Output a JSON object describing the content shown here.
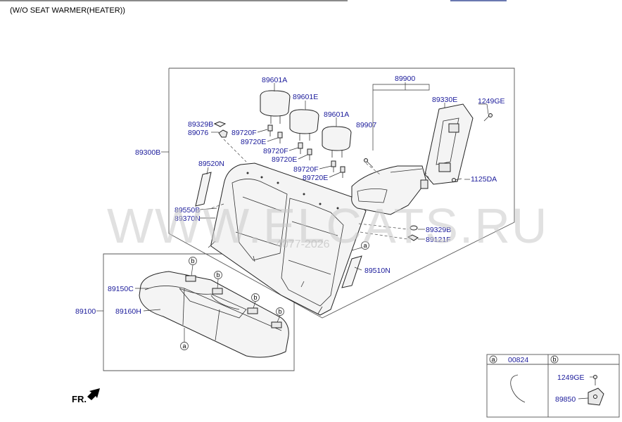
{
  "header": {
    "title": "(W/O SEAT WARMER(HEATER))"
  },
  "footer": {
    "fr_label": "FR."
  },
  "watermark": {
    "main": "WWW.ELCATS.RU",
    "small": "4077-2026"
  },
  "callouts": {
    "a": "a",
    "b": "b"
  },
  "parts": {
    "p89601A_1": "89601A",
    "p89601E": "89601E",
    "p89601A_2": "89601A",
    "p89900": "89900",
    "p89330E": "89330E",
    "p1249GE_1": "1249GE",
    "p89907": "89907",
    "p89329B_1": "89329B",
    "p89076": "89076",
    "p89720F_1": "89720F",
    "p89720E_1": "89720E",
    "p89720F_2": "89720F",
    "p89720E_2": "89720E",
    "p89720F_3": "89720F",
    "p89720E_3": "89720E",
    "p89300B": "89300B",
    "p89520N": "89520N",
    "p1125DA": "1125DA",
    "p89550B": "89550B",
    "p89370N": "89370N",
    "p89329B_2": "89329B",
    "p89121F": "89121F",
    "p89510N": "89510N",
    "p89150C": "89150C",
    "p89100": "89100",
    "p89160H": "89160H",
    "p00824": "00824",
    "p1249GE_2": "1249GE",
    "p89850": "89850"
  },
  "colors": {
    "part_number": "#1a1a9a",
    "line": "#333333",
    "watermark": "#c9c9c9"
  }
}
